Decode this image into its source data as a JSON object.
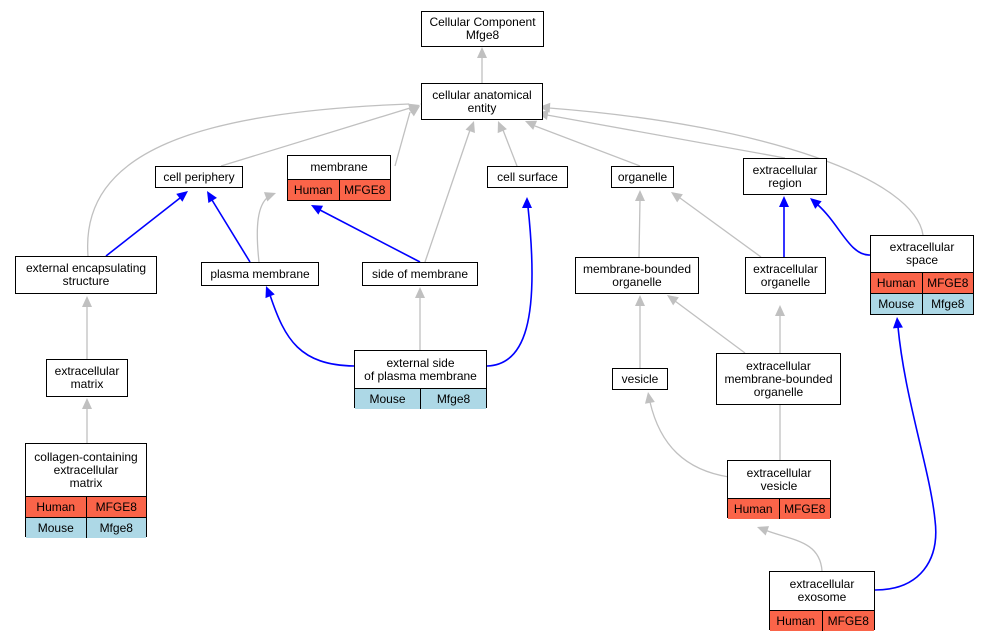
{
  "nodes": {
    "root": {
      "label": "Cellular Component\nMfge8"
    },
    "cae": {
      "label": "cellular anatomical\nentity"
    },
    "cell_periphery": {
      "label": "cell periphery"
    },
    "membrane": {
      "label": "membrane",
      "human": [
        "Human",
        "MFGE8"
      ]
    },
    "cell_surface": {
      "label": "cell surface"
    },
    "organelle": {
      "label": "organelle"
    },
    "ec_region": {
      "label": "extracellular\nregion"
    },
    "ec_space": {
      "label": "extracellular\nspace",
      "human": [
        "Human",
        "MFGE8"
      ],
      "mouse": [
        "Mouse",
        "Mfge8"
      ]
    },
    "ext_encap": {
      "label": "external encapsulating\nstructure"
    },
    "plasma_membrane": {
      "label": "plasma membrane"
    },
    "side_of_membrane": {
      "label": "side of membrane"
    },
    "mb_organelle": {
      "label": "membrane-bounded\norganelle"
    },
    "ec_organelle": {
      "label": "extracellular\norganelle"
    },
    "ec_matrix": {
      "label": "extracellular\nmatrix"
    },
    "ext_side_pm": {
      "label": "external side\nof plasma membrane",
      "mouse": [
        "Mouse",
        "Mfge8"
      ]
    },
    "vesicle": {
      "label": "vesicle"
    },
    "ec_mb_organelle": {
      "label": "extracellular\nmembrane-bounded\norganelle"
    },
    "collagen_ecm": {
      "label": "collagen-containing\nextracellular\nmatrix",
      "human": [
        "Human",
        "MFGE8"
      ],
      "mouse": [
        "Mouse",
        "Mfge8"
      ]
    },
    "ec_vesicle": {
      "label": "extracellular\nvesicle",
      "human": [
        "Human",
        "MFGE8"
      ]
    },
    "ec_exosome": {
      "label": "extracellular\nexosome",
      "human": [
        "Human",
        "MFGE8"
      ]
    }
  },
  "colors": {
    "human": "#fa6449",
    "mouse": "#add8e6",
    "is_a_edge": "#c0c0c0",
    "part_of_edge": "#0000ff"
  }
}
